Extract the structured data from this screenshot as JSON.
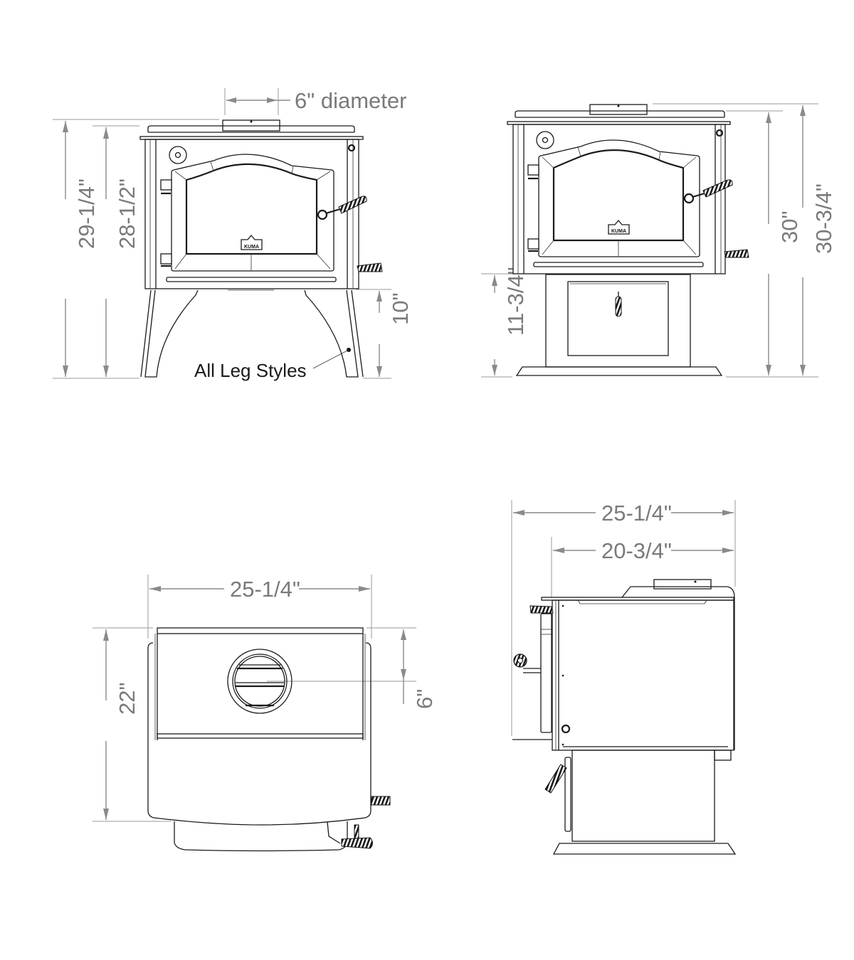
{
  "views": {
    "front_legs": {
      "flue_label": "6\" diameter",
      "overall_height": "29-1/4\"",
      "top_height": "28-1/2\"",
      "leg_height": "10\"",
      "leg_note": "All Leg Styles",
      "logo_text": "KUMA"
    },
    "front_pedestal": {
      "pedestal_height": "11-3/4\"",
      "top_height": "30\"",
      "overall_height": "30-3/4\"",
      "logo_text": "KUMA"
    },
    "top": {
      "width": "25-1/4\"",
      "depth": "22\"",
      "flue_offset": "6\""
    },
    "side": {
      "overall_depth": "25-1/4\"",
      "body_depth": "20-3/4\""
    }
  },
  "colors": {
    "dimension": "#8a8a8a",
    "outline": "#1a1a1a",
    "background": "#ffffff"
  }
}
